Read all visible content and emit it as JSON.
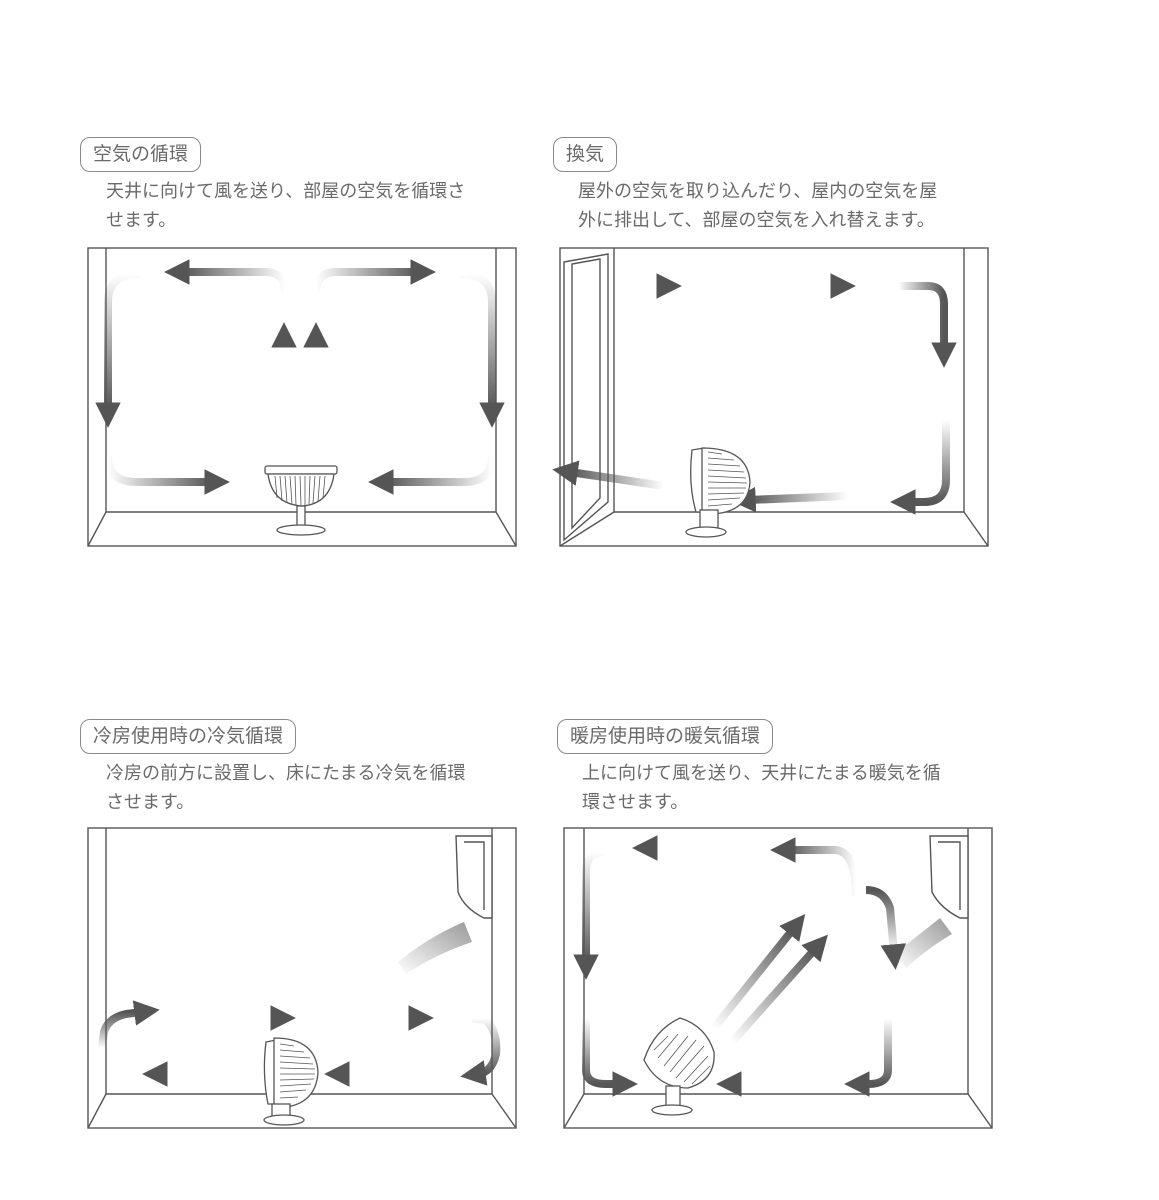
{
  "panels": [
    {
      "title": "空気の循環",
      "desc1": "天井に向けて風を送り、部屋の空気を循環さ",
      "desc2": "せます。"
    },
    {
      "title": "換気",
      "desc1": "屋外の空気を取り込んだり、屋内の空気を屋",
      "desc2": "外に排出して、部屋の空気を入れ替えます。"
    },
    {
      "title": "冷房使用時の冷気循環",
      "desc1": "冷房の前方に設置し、床にたまる冷気を循環",
      "desc2": "させます。"
    },
    {
      "title": "暖房使用時の暖気循環",
      "desc1": "上に向けて風を送り、天井にたまる暖気を循",
      "desc2": "環させます。"
    }
  ],
  "colors": {
    "line": "#555555",
    "arrow": "#5a5a5a",
    "text": "#6a6a6a"
  }
}
